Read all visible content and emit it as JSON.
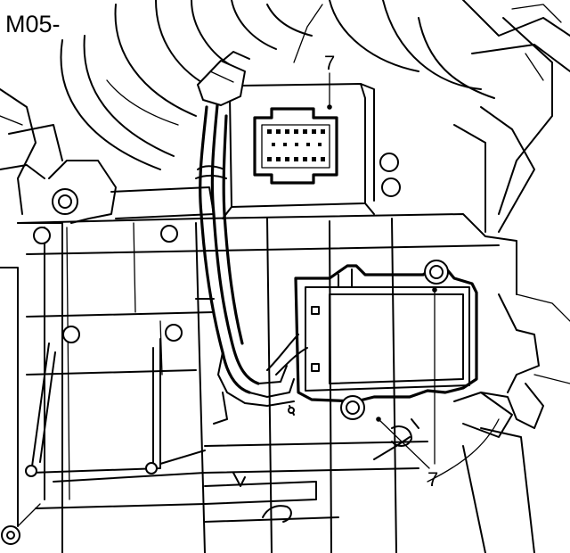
{
  "figure_code": "M05-",
  "callouts": [
    {
      "label": "7"
    },
    {
      "label": "7"
    }
  ]
}
